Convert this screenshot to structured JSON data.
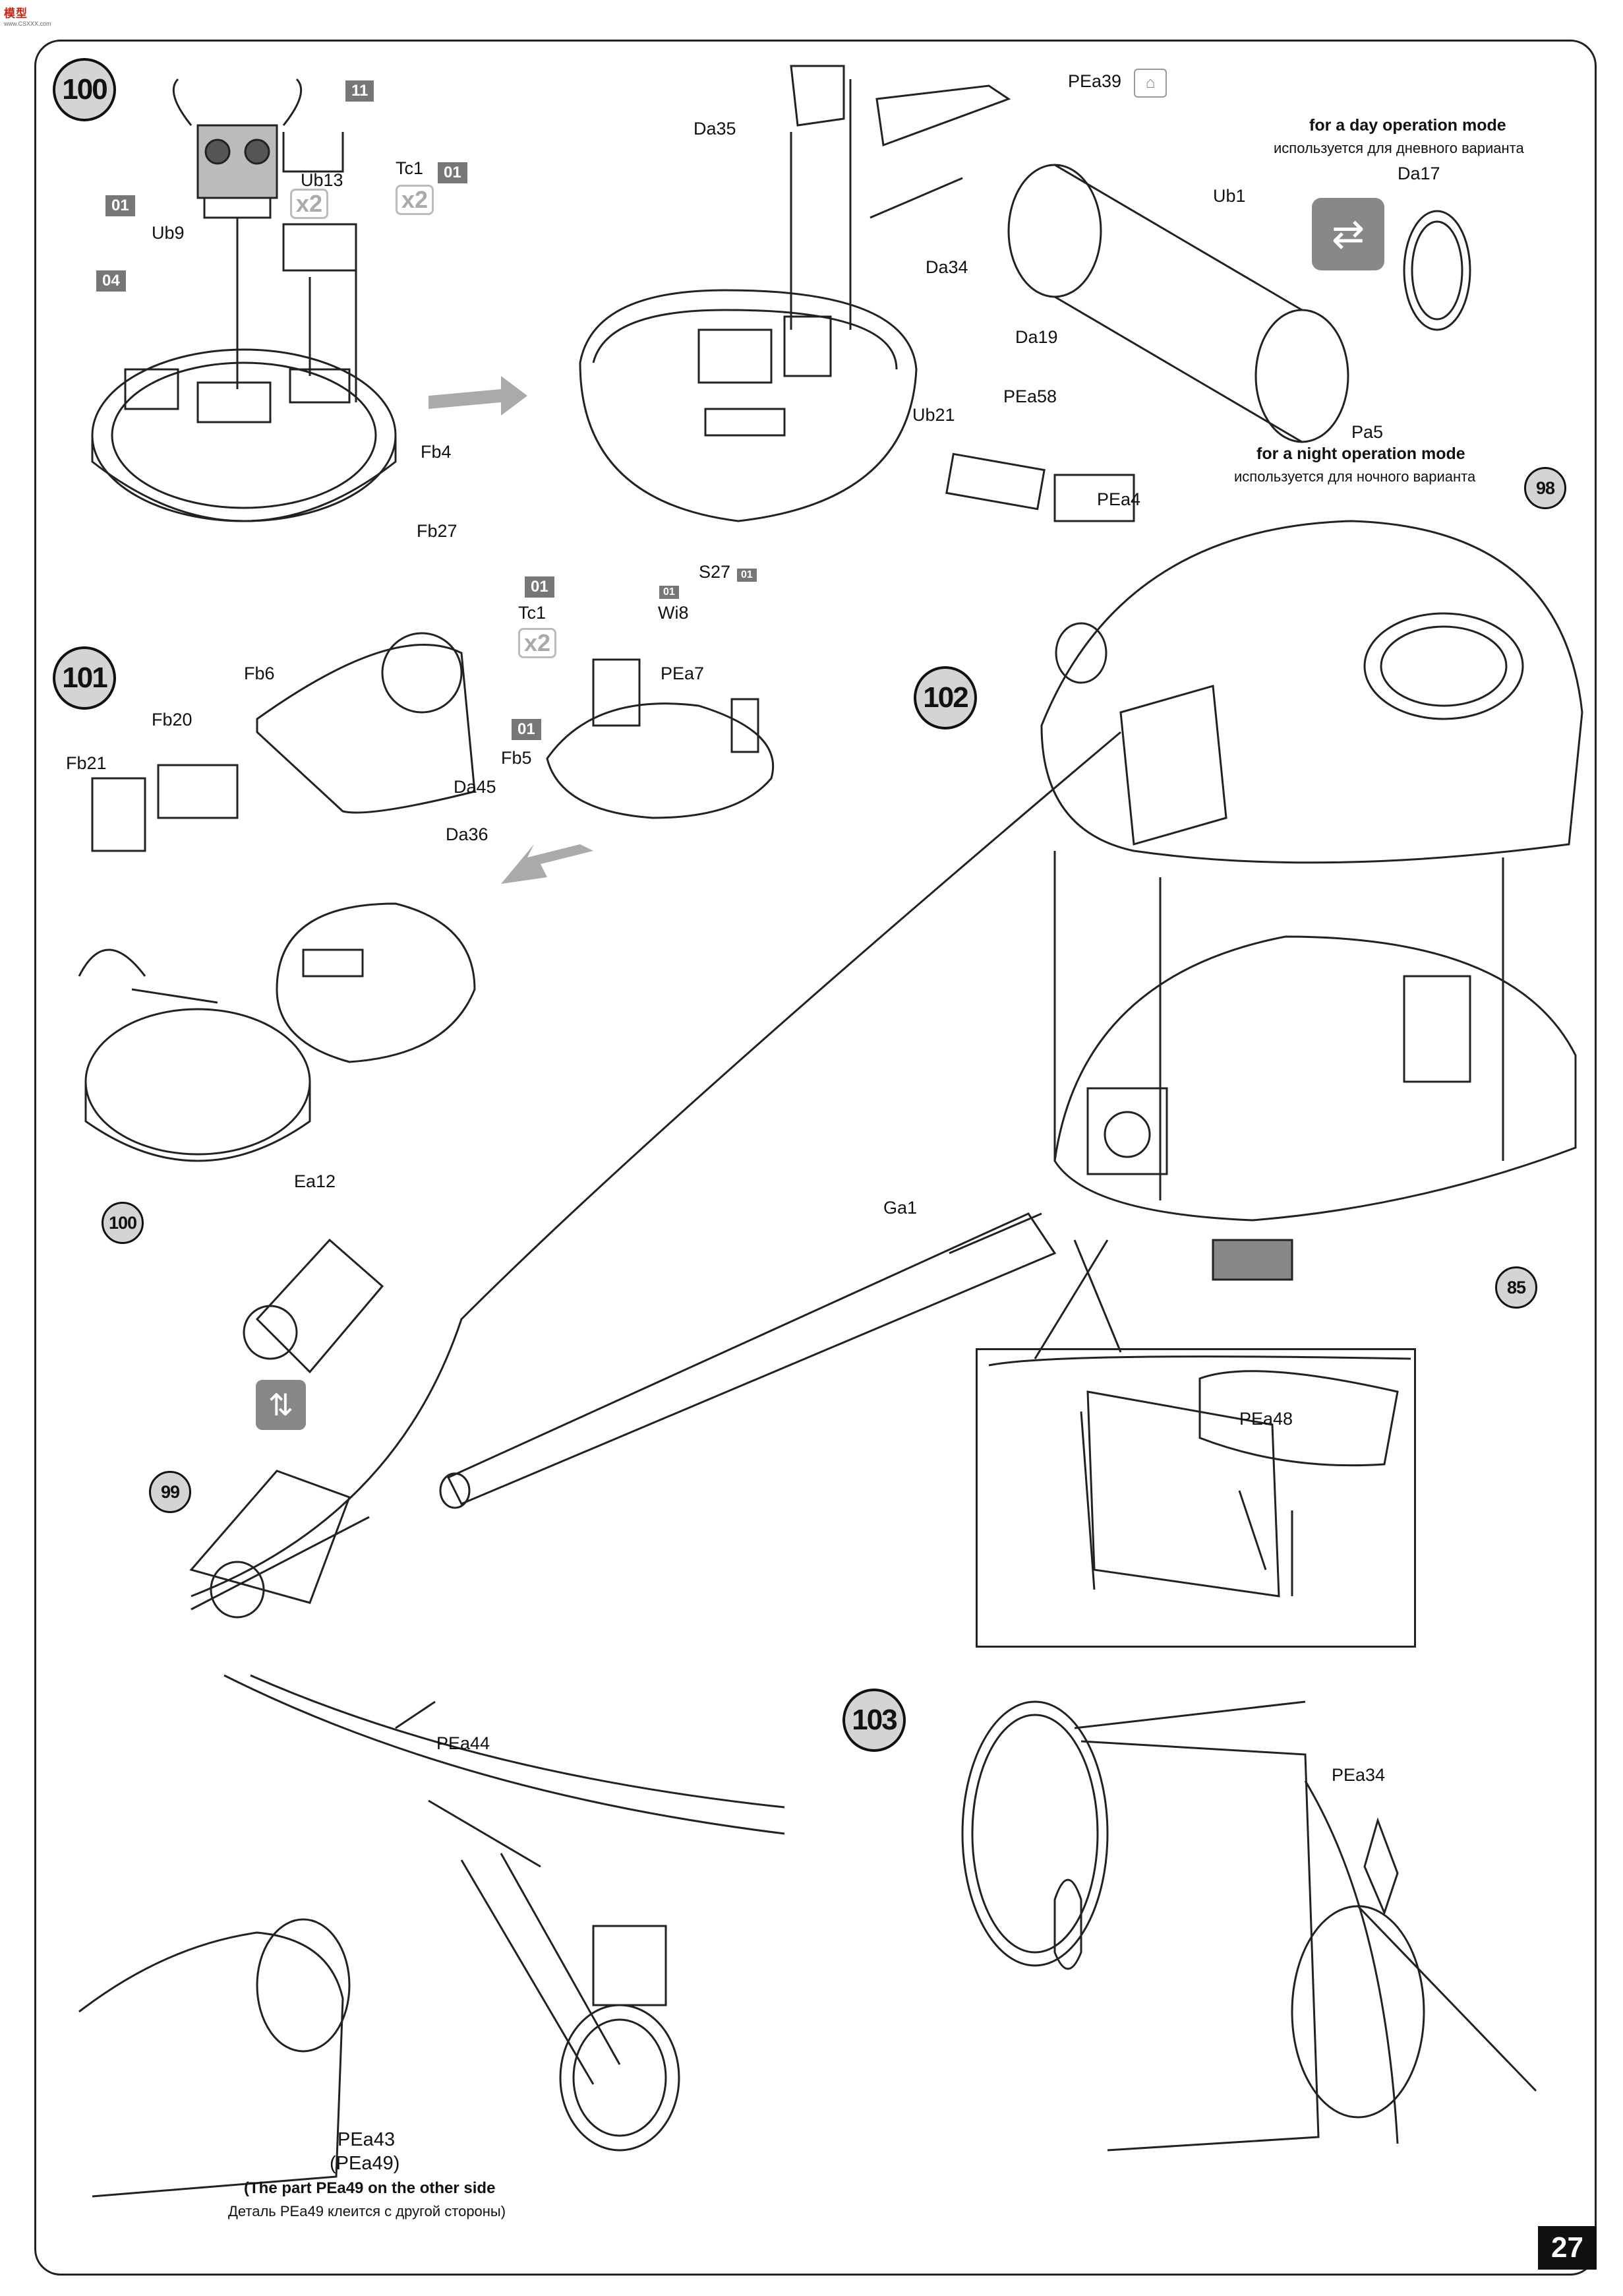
{
  "logo": {
    "text": "模型",
    "sub": "www.CSXXX.com"
  },
  "steps": {
    "s100": "100",
    "s101": "101",
    "s102": "102",
    "s103": "103"
  },
  "refs": {
    "r98": "98",
    "r100": "100",
    "r85": "85",
    "r99": "99"
  },
  "sprues": {
    "a": "11",
    "b": "01",
    "c": "01",
    "d": "04",
    "e": "01",
    "f": "01",
    "g": "01",
    "h": "01"
  },
  "times": {
    "a": "x2",
    "b": "x2",
    "c": "x2"
  },
  "labels": {
    "Ub13": "Ub13",
    "Ub9": "Ub9",
    "Tc1a": "Tc1",
    "Fb4": "Fb4",
    "Da35": "Da35",
    "PEa39": "PEa39",
    "Ub1": "Ub1",
    "Da34": "Da34",
    "Da19": "Da19",
    "Da17": "Da17",
    "PEa58": "PEa58",
    "Ub21": "Ub21",
    "Pa5": "Pa5",
    "PEa4": "PEa4",
    "Fb27": "Fb27",
    "S27": "S27",
    "Tc1b": "Tc1",
    "Wi8": "Wi8",
    "PEa7": "PEa7",
    "Fb6": "Fb6",
    "Fb20": "Fb20",
    "Fb21": "Fb21",
    "Fb5": "Fb5",
    "Da45": "Da45",
    "Da36": "Da36",
    "Ea12": "Ea12",
    "Ga1": "Ga1",
    "PEa48": "PEa48",
    "PEa44": "PEa44",
    "PEa34": "PEa34",
    "PEa43": "PEa43",
    "PEa49": "(PEa49)"
  },
  "notes": {
    "day_en": "for a day operation mode",
    "day_ru": "используется для дневного варианта",
    "night_en": "for a night operation mode",
    "night_ru": "используется для ночного варианта",
    "side_en": "(The part PEa49 on the other side",
    "side_ru": "Деталь PEa49 клеится с другой стороны)"
  },
  "page_number": "27"
}
